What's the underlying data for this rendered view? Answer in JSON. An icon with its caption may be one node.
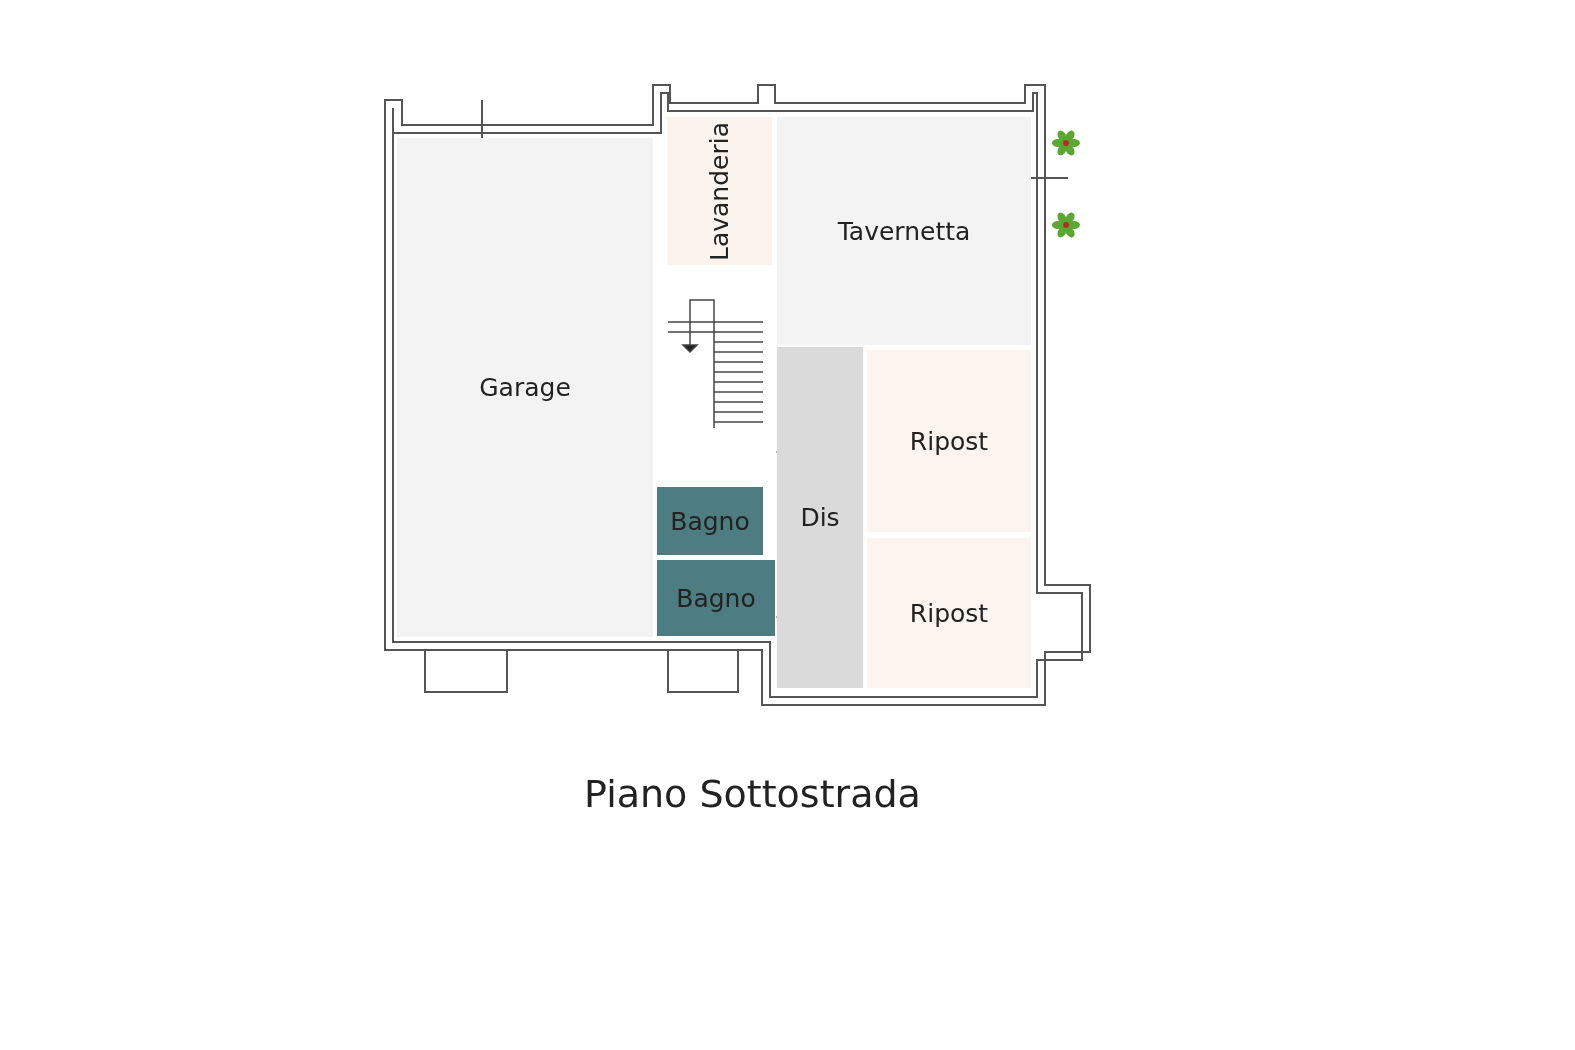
{
  "diagram": {
    "caption": "Piano Sottostrada",
    "nodes": [
      {
        "text": [
          "Lavanderia"
        ]
      },
      {
        "text": [
          "Tavernetta"
        ]
      },
      {
        "text": [
          "Garage"
        ]
      },
      {
        "text": [
          "Ripost"
        ]
      },
      {
        "text": [
          "Bagno"
        ]
      },
      {
        "text": [
          "Dis"
        ]
      },
      {
        "text": [
          "Bagno"
        ]
      },
      {
        "text": [
          "Ripost"
        ]
      }
    ],
    "edges": []
  }
}
